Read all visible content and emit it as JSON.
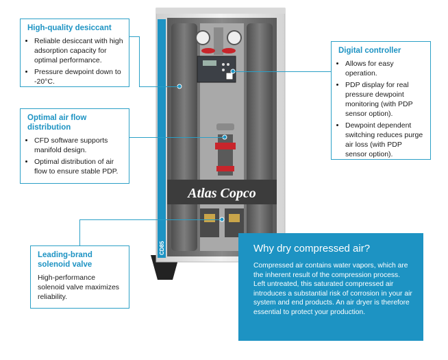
{
  "colors": {
    "accent": "#1d93c3",
    "cabinet": "#e6e6e6",
    "cabinet_inner": "#6e6e6e",
    "filter_red": "#c8252b"
  },
  "callouts": {
    "desiccant": {
      "title": "High-quality desiccant",
      "bullets": [
        "Reliable desiccant with high adsorption capacity for optimal performance.",
        "Pressure dewpoint down to -20°C."
      ]
    },
    "airflow": {
      "title": "Optimal air flow distribution",
      "bullets": [
        "CFD software supports manifold design.",
        "Optimal distribution of air flow to ensure stable PDP."
      ]
    },
    "solenoid": {
      "title": "Leading-brand solenoid valve",
      "text": "High-performance solenoid valve maximizes reliability."
    },
    "controller": {
      "title": "Digital controller",
      "bullets": [
        "Allows for easy operation.",
        "PDP display for real pressure dewpoint monitoring (with PDP sensor option).",
        "Dewpoint dependent switching reduces purge air loss (with PDP sensor option)."
      ]
    }
  },
  "product": {
    "brand": "Atlas Copco",
    "model": "CD85"
  },
  "why": {
    "title": "Why dry compressed air?",
    "body": "Compressed air contains water vapors, which are the inherent result of the compression process. Left untreated, this saturated compressed air introduces a substantial risk of corrosion in your air system and end products. An air dryer is therefore essential to protect your production."
  }
}
